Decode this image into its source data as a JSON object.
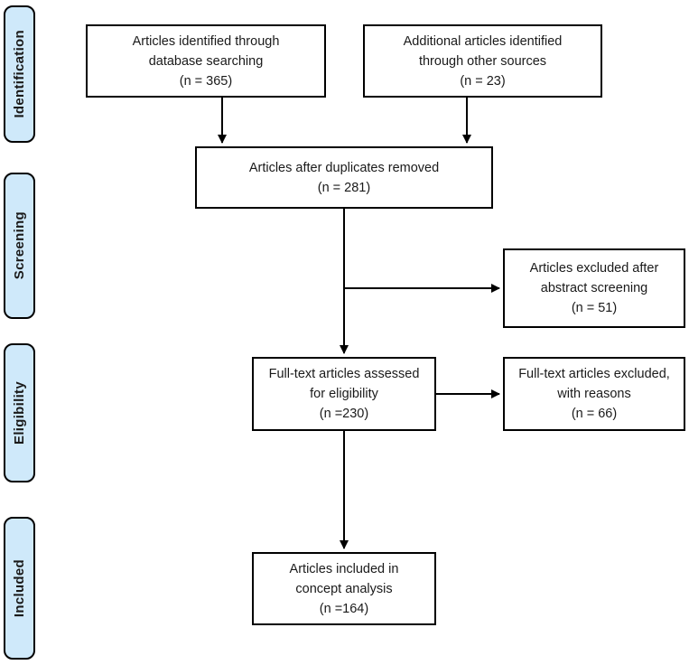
{
  "colors": {
    "stage_fill": "#cfe9fa",
    "line_color": "#000000",
    "background": "#ffffff"
  },
  "stages": [
    {
      "label": "Identification"
    },
    {
      "label": "Screening"
    },
    {
      "label": "Eligibility"
    },
    {
      "label": "Included"
    }
  ],
  "boxes": {
    "database": {
      "text": "Articles identified through\ndatabase searching\n(n = 365)"
    },
    "other_sources": {
      "text": "Additional articles identified\nthrough other sources\n(n = 23)"
    },
    "duplicates_removed": {
      "text": "Articles after duplicates removed\n(n = 281)"
    },
    "abstract_excluded": {
      "text": "Articles excluded after\nabstract screening\n(n = 51)"
    },
    "fulltext_assessed": {
      "text": "Full-text articles assessed\nfor eligibility\n(n =230)"
    },
    "fulltext_excluded": {
      "text": "Full-text articles excluded,\nwith reasons\n(n = 66)"
    },
    "concept_included": {
      "text": "Articles included in\nconcept analysis\n(n =164)"
    }
  }
}
